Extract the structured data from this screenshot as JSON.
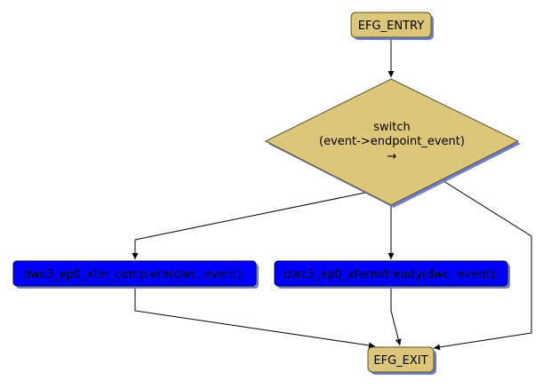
{
  "nodes": {
    "entry": {
      "label": "EFG_ENTRY"
    },
    "decision": {
      "lines": [
        "switch",
        "(event->endpoint_event)",
        "→"
      ]
    },
    "call_xfer_complete": {
      "label": "dwc3_ep0_xfer_complete(dwc, event);"
    },
    "call_xfernotready": {
      "label": "dwc3_ep0_xfernotready(dwc, event);"
    },
    "exit": {
      "label": "EFG_EXIT"
    }
  },
  "colors": {
    "terminal_fill": "#dcc67a",
    "decision_fill": "#dcc67a",
    "process_fill": "#0000ff",
    "shadow": "#6f7fc7",
    "edge": "#000000"
  }
}
